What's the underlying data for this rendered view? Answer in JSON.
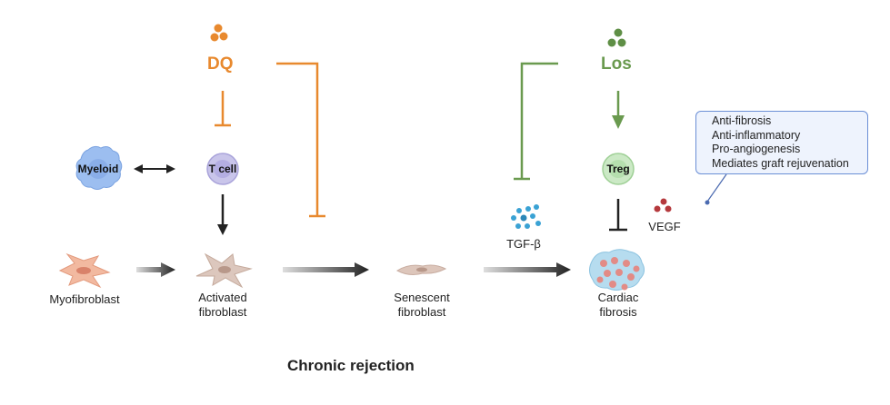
{
  "drugs": {
    "dq": "DQ",
    "los": "Los"
  },
  "cells": {
    "myeloid": "Myeloid",
    "tcell": "T cell",
    "treg": "Treg"
  },
  "stages": {
    "myofibroblast": "Myofibroblast",
    "activated_l1": "Activated",
    "activated_l2": "fibroblast",
    "senescent_l1": "Senescent",
    "senescent_l2": "fibroblast",
    "cardiac_l1": "Cardiac",
    "cardiac_l2": "fibrosis"
  },
  "factors": {
    "tgf": "TGF-β",
    "vegf": "VEGF"
  },
  "callout": {
    "items": [
      "Anti-fibrosis",
      "Anti-inflammatory",
      "Pro-angiogenesis",
      "Mediates graft rejuvenation"
    ]
  },
  "title": "Chronic rejection",
  "colors": {
    "dq": "#e8892e",
    "los": "#6a9a4f",
    "dark": "#222222",
    "myeloid": "#8fb4ec",
    "tcell": "#b9b4e4",
    "treg": "#bde3b6",
    "vegf": "#b5393d",
    "tgf": "#3aa2d4",
    "callout_border": "#6b8fd6"
  }
}
